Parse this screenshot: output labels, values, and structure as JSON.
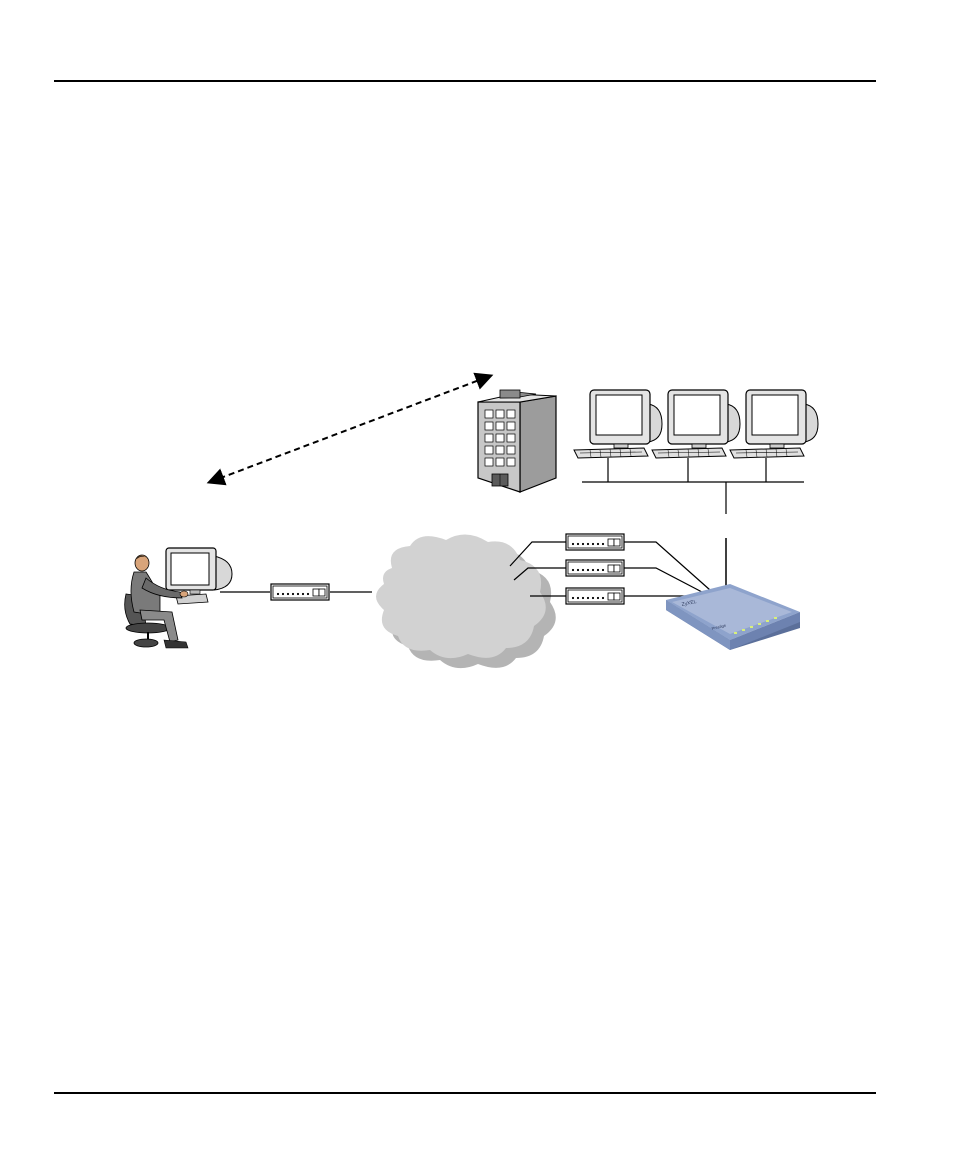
{
  "page": {
    "header_rule": true,
    "footer_rule": true
  },
  "diagram": {
    "type": "network-topology",
    "nodes": [
      {
        "id": "remote-user",
        "icon": "person-at-computer-icon"
      },
      {
        "id": "remote-modem",
        "icon": "modem-icon"
      },
      {
        "id": "cloud",
        "icon": "cloud-icon"
      },
      {
        "id": "modem-1",
        "icon": "modem-icon"
      },
      {
        "id": "modem-2",
        "icon": "modem-icon"
      },
      {
        "id": "modem-3",
        "icon": "modem-icon"
      },
      {
        "id": "router",
        "icon": "router-icon"
      },
      {
        "id": "office-building",
        "icon": "building-icon"
      },
      {
        "id": "lan-computer-1",
        "icon": "desktop-computer-icon"
      },
      {
        "id": "lan-computer-2",
        "icon": "desktop-computer-icon"
      },
      {
        "id": "lan-computer-3",
        "icon": "desktop-computer-icon"
      }
    ],
    "connections": [
      {
        "from": "remote-user",
        "to": "remote-modem",
        "style": "solid"
      },
      {
        "from": "remote-modem",
        "to": "cloud",
        "style": "solid"
      },
      {
        "from": "cloud",
        "to": "modem-1",
        "style": "solid"
      },
      {
        "from": "cloud",
        "to": "modem-2",
        "style": "solid"
      },
      {
        "from": "cloud",
        "to": "modem-3",
        "style": "solid"
      },
      {
        "from": "modem-1",
        "to": "router",
        "style": "solid"
      },
      {
        "from": "modem-2",
        "to": "router",
        "style": "solid"
      },
      {
        "from": "modem-3",
        "to": "router",
        "style": "solid"
      },
      {
        "from": "router",
        "to": "lan-bus",
        "style": "solid"
      },
      {
        "from": "remote-user",
        "to": "office-building",
        "style": "dashed-bidirectional-arrow"
      }
    ],
    "router_labels": {
      "brand": "ZyXEL",
      "model": "Prestige"
    },
    "colors": {
      "cloud": "#d2d2d2",
      "cloud_shadow": "#b4b4b4",
      "router_body": "#7f95c0",
      "router_top": "#a9b8d8",
      "router_led": "#d8f07a",
      "building": "#c7c7c7",
      "monitor_screen": "#ffffff",
      "suit": "#7a7a7a"
    }
  }
}
